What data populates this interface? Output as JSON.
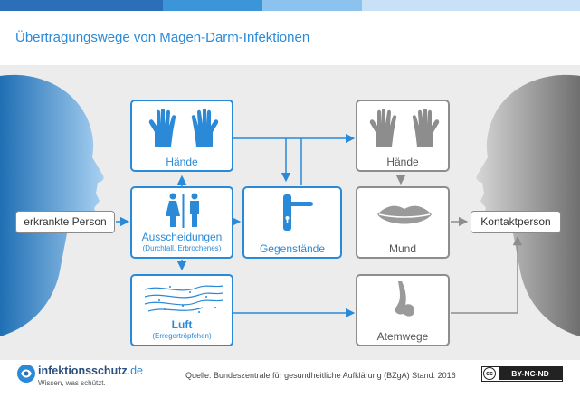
{
  "title": "Übertragungswege von Magen-Darm-Infektionen",
  "colors": {
    "accent": "#2a8ad8",
    "gray": "#8d8d8d",
    "bar": [
      "#2a6fb8",
      "#3c95d9",
      "#8cc3ee",
      "#c8e1f6"
    ]
  },
  "nodes": {
    "source_person": "erkrankte Person",
    "haende_left": "Hände",
    "ausscheidungen": "Ausscheidungen",
    "ausscheidungen_sub": "(Durchfall, Erbrochenes)",
    "luft": "Luft",
    "luft_sub": "(Erregertröpfchen)",
    "gegenstaende": "Gegenstände",
    "haende_right": "Hände",
    "mund": "Mund",
    "atemwege": "Atemwege",
    "target_person": "Kontaktperson"
  },
  "icons": {
    "haende_left": "hands-icon",
    "ausscheidungen": "toilet-people-icon",
    "luft": "air-droplets-icon",
    "gegenstaende": "door-handle-icon",
    "haende_right": "hands-icon",
    "mund": "lips-icon",
    "atemwege": "nose-icon"
  },
  "footer": {
    "logo_main": "infektionsschutz",
    "logo_domain": ".de",
    "logo_tagline": "Wissen, was schützt.",
    "source": "Quelle: Bundeszentrale für gesundheitliche Aufklärung (BZgA) Stand: 2016",
    "license_cc": "cc",
    "license": "BY-NC-ND"
  }
}
